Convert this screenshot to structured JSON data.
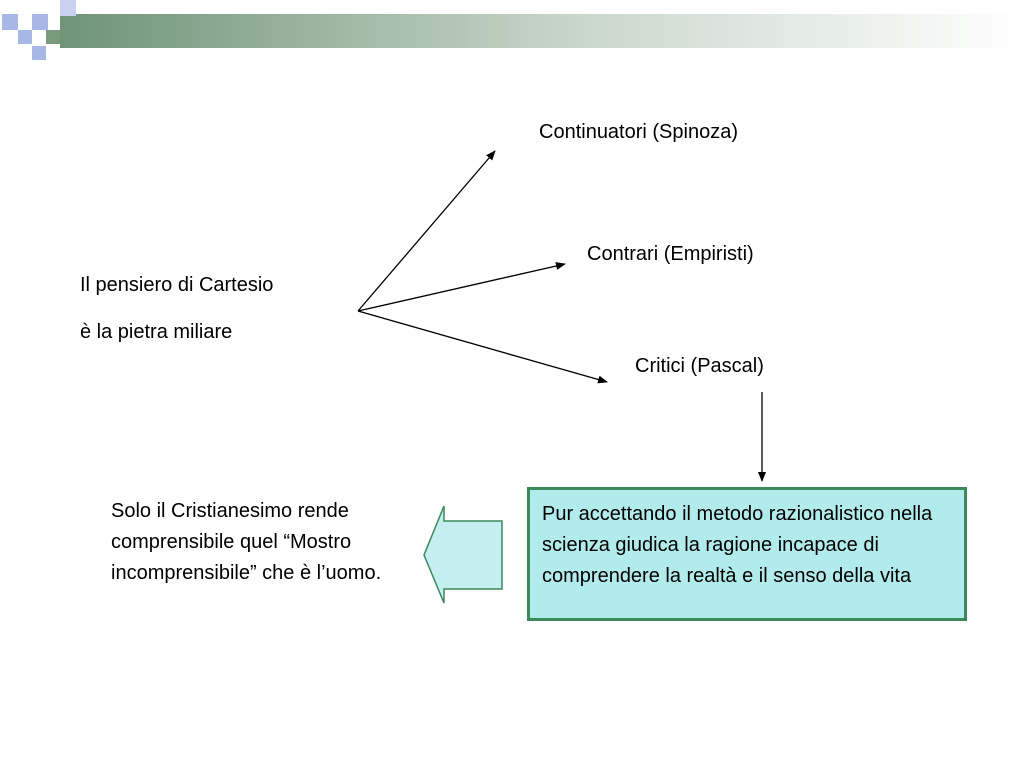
{
  "diagram": {
    "source": {
      "line1": "Il pensiero di Cartesio",
      "line2": "è la pietra miliare"
    },
    "branches": [
      {
        "label": "Continuatori (Spinoza)"
      },
      {
        "label": "Contrari (Empiristi)"
      },
      {
        "label": "Critici (Pascal)"
      }
    ],
    "critici_box": {
      "text": "Pur accettando il metodo razionalistico nella scienza giudica la ragione incapace di comprendere la realtà e il senso della vita"
    },
    "conclusion": {
      "text": "Solo il Cristianesimo rende comprensibile quel “Mostro incomprensibile” che è l’uomo."
    }
  },
  "colors": {
    "header_bar_start": "#6f9476",
    "header_bar_end": "#ffffff",
    "box_fill": "#b2ebeb",
    "box_border": "#3a8a5a",
    "arrow_fill": "#c4eef0",
    "corner_square_blue": "#a8b8e6",
    "corner_square_green": "#7a9a7e"
  }
}
